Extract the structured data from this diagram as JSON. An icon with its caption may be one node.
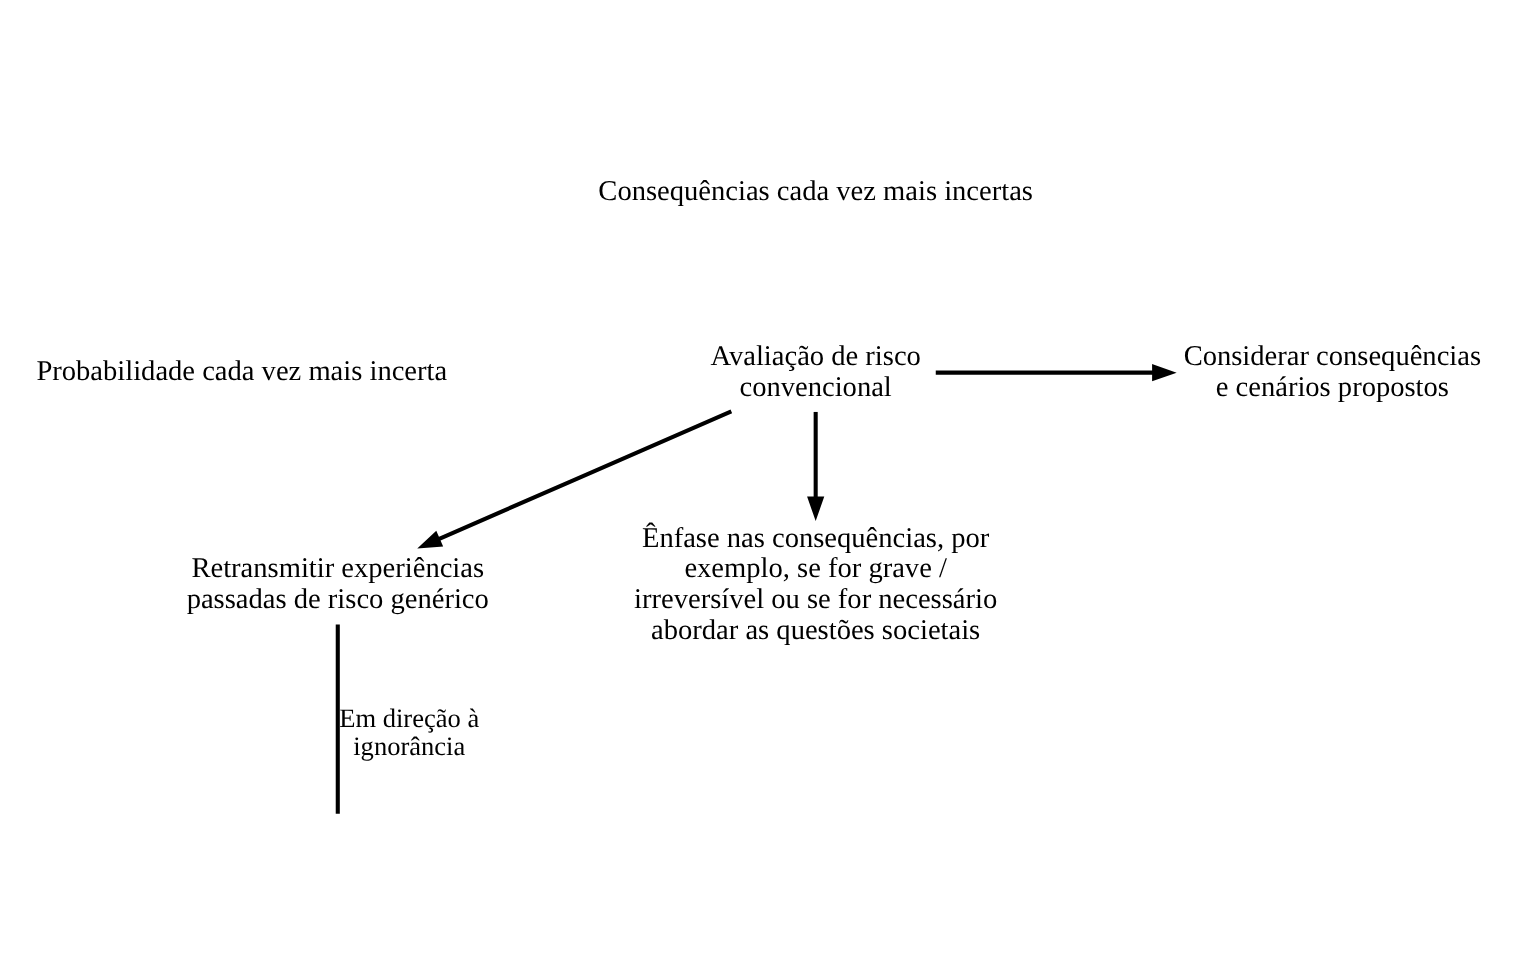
{
  "diagram": {
    "nodes": [
      {
        "text": [
          "Avaliação de risco convencional"
        ]
      },
      {
        "text": [
          "Considerar consequências e cenários propostos"
        ]
      },
      {
        "text": [
          "Retransmitir experiências passadas de risco genérico"
        ]
      },
      {
        "text": [
          "Ênfase nas consequências, por exemplo, se for grave / irreversível ou se for necessário abordar as questões societais"
        ]
      }
    ],
    "edges": [
      {
        "from": 0,
        "to": 1,
        "arrow": "to"
      },
      {
        "from": 0,
        "to": 2,
        "arrow": "to"
      },
      {
        "from": 0,
        "to": 3,
        "arrow": "to"
      },
      {
        "from": 2,
        "to": null,
        "arrow": "none",
        "label": "Em direção à ignorância"
      }
    ],
    "labels": [
      "Consequências cada vez mais incertas",
      "Probabilidade cada vez mais incerta"
    ]
  }
}
